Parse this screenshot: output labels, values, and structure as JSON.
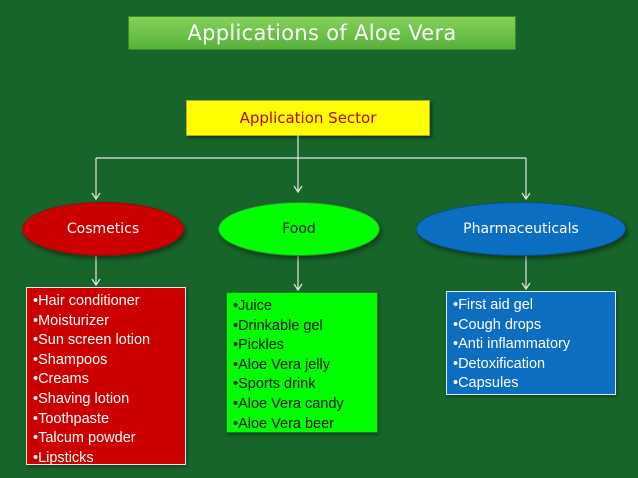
{
  "title": "Applications of Aloe Vera",
  "root": "Application Sector",
  "categories": [
    {
      "label": "Cosmetics",
      "items": [
        "Hair conditioner",
        "Moisturizer",
        "Sun screen lotion",
        "Shampoos",
        "Creams",
        "Shaving lotion",
        "Toothpaste",
        "Talcum powder",
        "Lipsticks"
      ]
    },
    {
      "label": "Food",
      "items": [
        "Juice",
        "Drinkable gel",
        "Pickles",
        "Aloe Vera jelly",
        "Sports drink",
        "Aloe Vera candy",
        "Aloe Vera beer"
      ]
    },
    {
      "label": "Pharmaceuticals",
      "items": [
        "First aid gel",
        "Cough drops",
        "Anti inflammatory",
        "Detoxification",
        "Capsules"
      ]
    }
  ],
  "colors": {
    "background": "#17652a",
    "cosmetics": "#cc0000",
    "food": "#00ff00",
    "pharmaceuticals": "#0c6ec0",
    "root": "#ffff00",
    "root_text": "#c00000"
  }
}
